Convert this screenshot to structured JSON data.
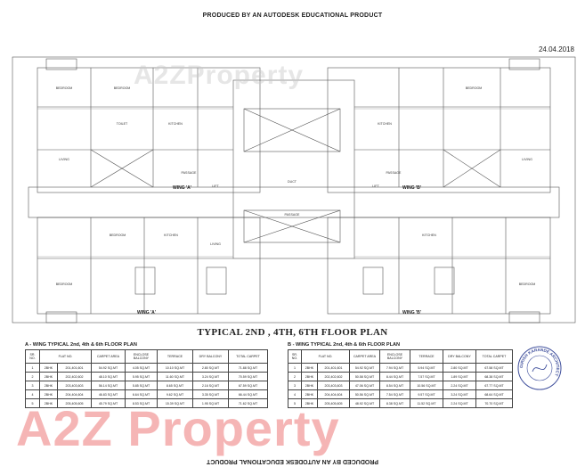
{
  "header": {
    "banner": "PRODUCED BY AN AUTODESK EDUCATIONAL PRODUCT",
    "date": "24.04.2018"
  },
  "footer": {
    "banner": "PRODUCED BY AN AUTODESK EDUCATIONAL PRODUCT"
  },
  "watermark": {
    "top": "A2ZProperty",
    "bottom": "A2Z Property"
  },
  "plan": {
    "title": "TYPICAL 2ND , 4TH, 6TH FLOOR PLAN",
    "wing_a_label": "WING 'A'",
    "wing_b_label": "WING 'B'",
    "wing_a_bottom": "WING 'A'",
    "wing_b_bottom": "WING 'B'",
    "rooms": [
      "BEDROOM",
      "BEDROOM",
      "KITCHEN",
      "LIVING",
      "TOILET",
      "PASSAGE",
      "LIFT",
      "DUCT",
      "BEDROOM",
      "KITCHEN",
      "LIVING",
      "PASSAGE",
      "LIFT",
      "BEDROOM",
      "BEDROOM",
      "KITCHEN",
      "LIVING",
      "PASSAGE",
      "BEDROOM",
      "KITCHEN"
    ]
  },
  "table_a": {
    "title": "A - WING TYPICAL 2nd, 4th & 6th FLOOR PLAN",
    "headers": [
      "SR. NO.",
      "FLAT NO.",
      "CARPET AREA",
      "ENCLOSE BALCONY",
      "TERRACE",
      "DRY BALCONY",
      "TOTAL CARPET"
    ],
    "rows": [
      [
        "1",
        "2BHK",
        "201,401,601",
        "54.92 SQ.MT",
        "4.05 SQ.MT",
        "10.10 SQ.MT",
        "2.80 SQ.MT",
        "71.88 SQ.MT"
      ],
      [
        "2",
        "2BHK",
        "202,402,602",
        "48.10 SQ.MT",
        "5.95 SQ.MT",
        "11.60 SQ.MT",
        "3.24 SQ.MT",
        "70.59 SQ.MT"
      ],
      [
        "3",
        "2BHK",
        "203,403,603",
        "56.14 SQ.MT",
        "5.85 SQ.MT",
        "8.65 SQ.MT",
        "2.16 SQ.MT",
        "67.59 SQ.MT"
      ],
      [
        "4",
        "2BHK",
        "204,404,604",
        "46.83 SQ.MT",
        "6.64 SQ.MT",
        "9.62 SQ.MT",
        "3.35 SQ.MT",
        "66.44 SQ.MT"
      ],
      [
        "5",
        "2BHK",
        "205,405,605",
        "45.79 SQ.MT",
        "8.53 SQ.MT",
        "15.39 SQ.MT",
        "1.95 SQ.MT",
        "71.62 SQ.MT"
      ]
    ]
  },
  "table_b": {
    "title": "B - WING TYPICAL 2nd, 4th & 6th FLOOR PLAN",
    "headers": [
      "SR. NO.",
      "FLAT NO.",
      "CARPET AREA",
      "ENCLOSE BALCONY",
      "TERRACE",
      "DRY BALCONY",
      "TOTAL CARPET"
    ],
    "rows": [
      [
        "1",
        "2BHK",
        "201,401,601",
        "54.92 SQ.MT",
        "7.94 SQ.MT",
        "5.94 SQ.MT",
        "2.80 SQ.MT",
        "67.58 SQ.MT"
      ],
      [
        "2",
        "2BHK",
        "202,402,602",
        "50.58 SQ.MT",
        "8.44 SQ.MT",
        "7.57 SQ.MT",
        "1.89 SQ.MT",
        "68.38 SQ.MT"
      ],
      [
        "3",
        "2BHK",
        "203,403,603",
        "47.06 SQ.MT",
        "8.54 SQ.MT",
        "10.56 SQ.MT",
        "2.24 SQ.MT",
        "67.77 SQ.MT"
      ],
      [
        "4",
        "2BHK",
        "204,404,604",
        "50.56 SQ.MT",
        "7.54 SQ.MT",
        "9.57 SQ.MT",
        "3.24 SQ.MT",
        "68.64 SQ.MT"
      ],
      [
        "5",
        "2BHK",
        "205,405,605",
        "48.92 SQ.MT",
        "8.38 SQ.MT",
        "11.52 SQ.MT",
        "2.24 SQ.MT",
        "70.70 SQ.MT"
      ]
    ]
  },
  "stamp": {
    "ring_text": "GIRISH KARANDE ARCHITECT"
  }
}
